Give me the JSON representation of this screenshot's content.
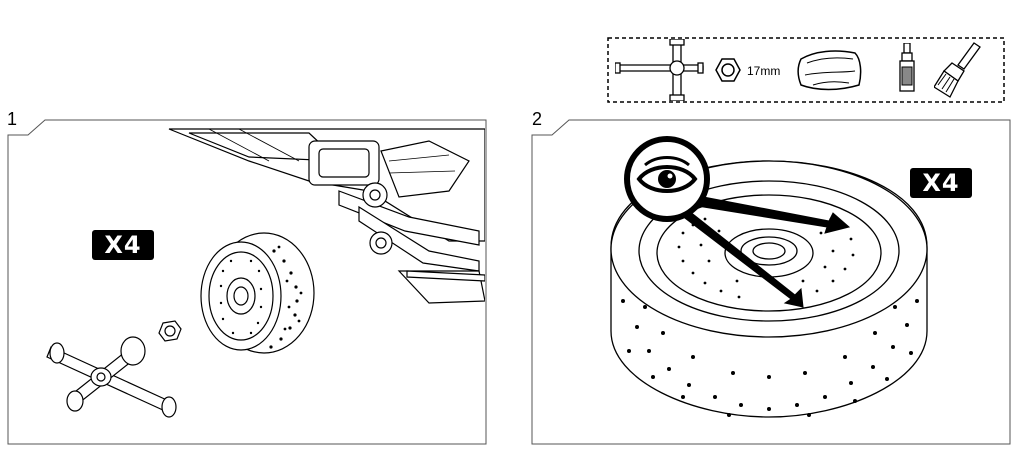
{
  "tools": {
    "items": [
      {
        "name": "cross-wrench-icon"
      },
      {
        "name": "hex-nut-icon",
        "label": "17mm"
      },
      {
        "name": "cloth-icon"
      },
      {
        "name": "bottle-icon"
      },
      {
        "name": "brush-icon"
      }
    ]
  },
  "steps": [
    {
      "number": "1",
      "badge": "X4"
    },
    {
      "number": "2",
      "badge": "X4"
    }
  ],
  "colors": {
    "line": "#000000",
    "panel_border": "#555555",
    "background": "#ffffff"
  }
}
